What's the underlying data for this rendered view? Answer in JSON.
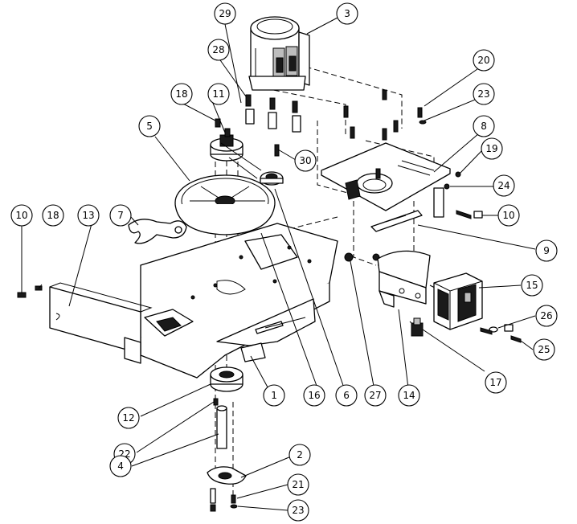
{
  "callouts": [
    {
      "id": "c29",
      "label": "29"
    },
    {
      "id": "c3",
      "label": "3"
    },
    {
      "id": "c28",
      "label": "28"
    },
    {
      "id": "c18a",
      "label": "18"
    },
    {
      "id": "c11",
      "label": "11"
    },
    {
      "id": "c5",
      "label": "5"
    },
    {
      "id": "c20",
      "label": "20"
    },
    {
      "id": "c23a",
      "label": "23"
    },
    {
      "id": "c8",
      "label": "8"
    },
    {
      "id": "c19",
      "label": "19"
    },
    {
      "id": "c30",
      "label": "30"
    },
    {
      "id": "c24",
      "label": "24"
    },
    {
      "id": "c10a",
      "label": "10"
    },
    {
      "id": "c18b",
      "label": "18"
    },
    {
      "id": "c13",
      "label": "13"
    },
    {
      "id": "c7",
      "label": "7"
    },
    {
      "id": "c10b",
      "label": "10"
    },
    {
      "id": "c9",
      "label": "9"
    },
    {
      "id": "c15",
      "label": "15"
    },
    {
      "id": "c26",
      "label": "26"
    },
    {
      "id": "c25",
      "label": "25"
    },
    {
      "id": "c17",
      "label": "17"
    },
    {
      "id": "c1",
      "label": "1"
    },
    {
      "id": "c16",
      "label": "16"
    },
    {
      "id": "c6",
      "label": "6"
    },
    {
      "id": "c27",
      "label": "27"
    },
    {
      "id": "c14",
      "label": "14"
    },
    {
      "id": "c12",
      "label": "12"
    },
    {
      "id": "c22",
      "label": "22"
    },
    {
      "id": "c4",
      "label": "4"
    },
    {
      "id": "c2",
      "label": "2"
    },
    {
      "id": "c21",
      "label": "21"
    },
    {
      "id": "c23b",
      "label": "23"
    }
  ]
}
